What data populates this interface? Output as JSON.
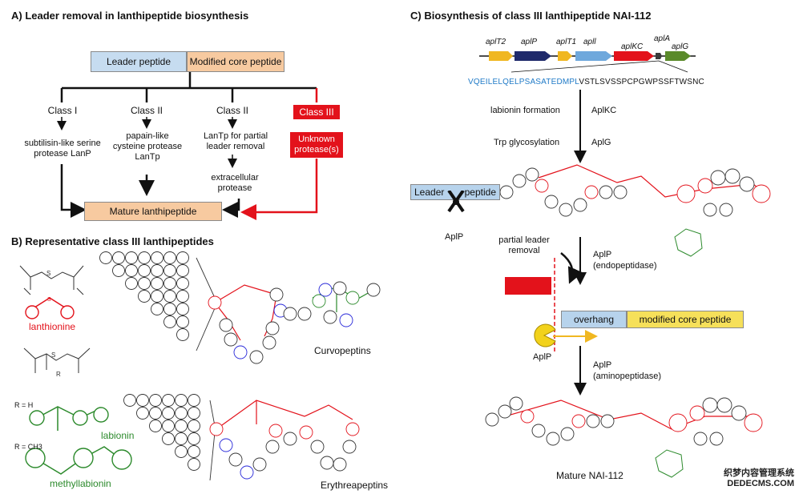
{
  "panelA": {
    "title": "A) Leader removal in lanthipeptide biosynthesis",
    "leader_peptide": "Leader peptide",
    "modified_core": "Modified core peptide",
    "class1": "Class I",
    "class2a": "Class II",
    "class2b": "Class II",
    "class3": "Class III",
    "desc1": "subtilisin-like serine protease LanP",
    "desc2": "papain-like cysteine protease LanTp",
    "desc3": "LanTp for partial leader removal",
    "desc3b": "extracellular protease",
    "desc4": "Unknown protease(s)",
    "mature": "Mature lanthipeptide"
  },
  "panelB": {
    "title": "B) Representative class III lanthipeptides",
    "lanthionine": "lanthionine",
    "r_h": "R = H",
    "r_ch3": "R = CH3",
    "labionin": "labionin",
    "methyllabionin": "methyllabionin",
    "curvopeptins": "Curvopeptins",
    "erythreapeptins": "Erythreapeptins"
  },
  "panelC": {
    "title": "C) Biosynthesis of class III lanthipeptide NAI-112",
    "genes": [
      "aplT2",
      "aplP",
      "aplT1",
      "apll",
      "aplKC",
      "aplA",
      "aplG"
    ],
    "sequence_leader": "VQEILELQELPSASATEDMPL",
    "sequence_core": "VSTLSVSSPCPGWPSSFTWSNC",
    "step1": "labionin formation",
    "step1_enzyme": "AplKC",
    "step2": "Trp glycosylation",
    "step2_enzyme": "AplG",
    "leader": "Leader",
    "peptide": "peptide",
    "aplp1": "AplP",
    "partial": "partial leader removal",
    "endo_enzyme": "AplP",
    "endo": "(endopeptidase)",
    "overhang": "overhang",
    "modified_core": "modified core peptide",
    "aplp2": "AplP",
    "amino_enzyme": "AplP",
    "amino": "(aminopeptidase)",
    "mature": "Mature NAI-112"
  },
  "watermark": {
    "line1": "织梦内容管理系统",
    "line2": "DEDECMS.COM"
  },
  "colors": {
    "red": "#e3121b",
    "blue_box": "#b7d3ec",
    "orange_box": "#f6c89a",
    "green": "#2c8a2c",
    "yellow": "#f6e05a"
  }
}
